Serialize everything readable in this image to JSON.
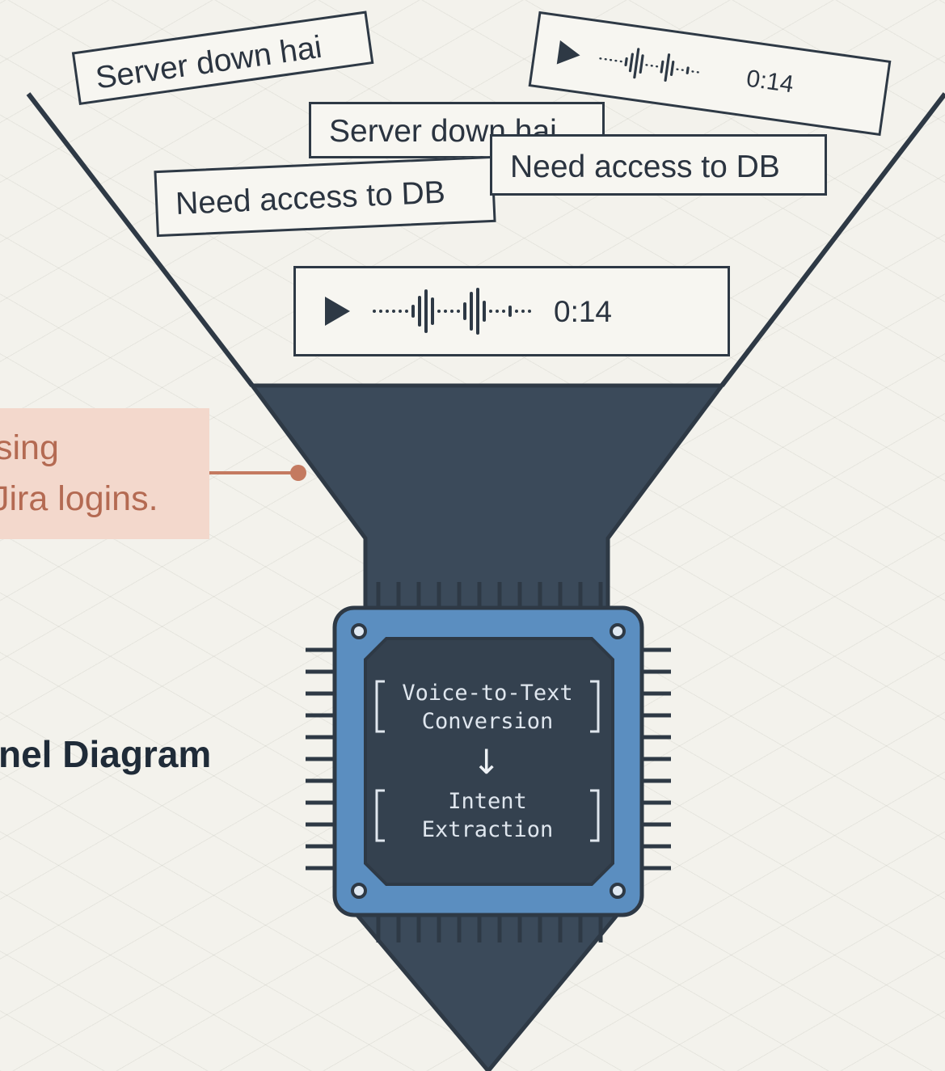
{
  "funnel_inputs": {
    "text_messages": [
      "Server down hai",
      "Server down hai",
      "Need access to DB",
      "Need access to DB"
    ],
    "voice_notes": [
      {
        "duration": "0:14"
      },
      {
        "duration": "0:14"
      }
    ]
  },
  "callout": {
    "line1": "sing",
    "line2": "Jira logins."
  },
  "diagram_title": "nel Diagram",
  "processor": {
    "step1_line1": "Voice-to-Text",
    "step1_line2": "Conversion",
    "arrow": "↓",
    "step2_line1": "Intent",
    "step2_line2": "Extraction"
  },
  "colors": {
    "funnel_fill": "#3b4a5a",
    "chip_blue": "#5b8ec0",
    "chip_dark": "#34414f",
    "callout_bg": "#f3d8cc",
    "callout_text": "#b46a52",
    "connector": "#c47a60"
  }
}
